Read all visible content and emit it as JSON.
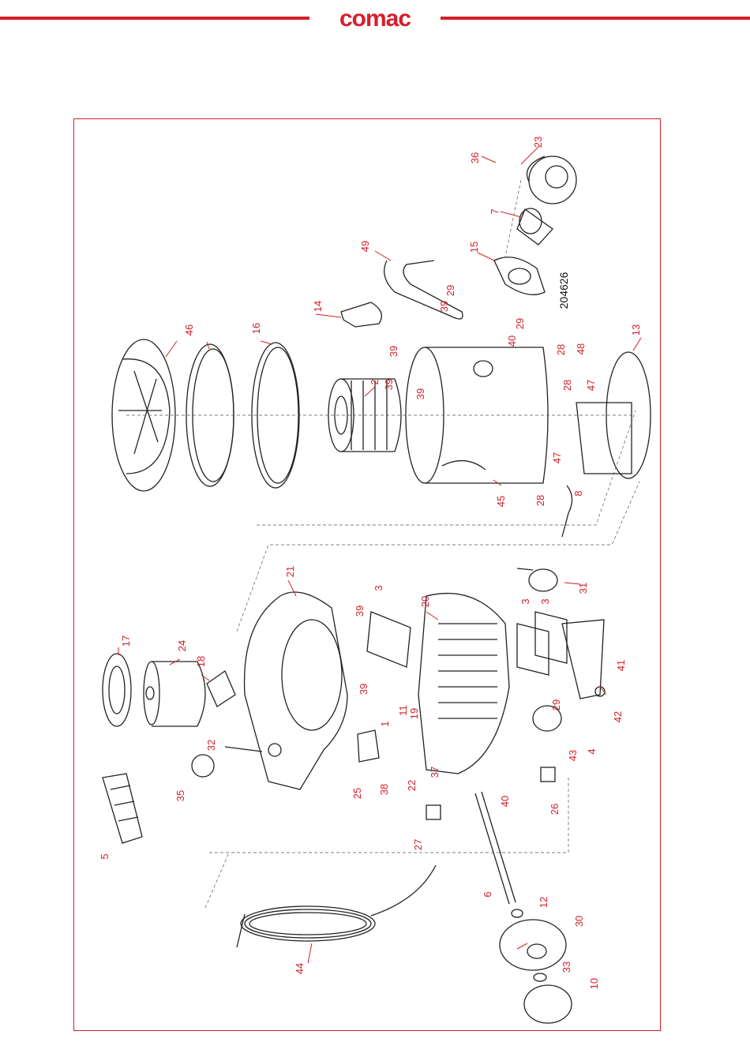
{
  "header": {
    "logo_text": "comac",
    "accent_color": "#d61f2b"
  },
  "drawing": {
    "doc_number": "204626",
    "callouts": [
      "36",
      "23",
      "7",
      "15",
      "49",
      "29",
      "39",
      "14",
      "29",
      "40",
      "46",
      "16",
      "2",
      "39",
      "39",
      "39",
      "28",
      "48",
      "13",
      "28",
      "47",
      "47",
      "28",
      "8",
      "45",
      "21",
      "3",
      "20",
      "3",
      "3",
      "31",
      "17",
      "24",
      "18",
      "39",
      "39",
      "11",
      "19",
      "1",
      "32",
      "25",
      "38",
      "22",
      "37",
      "40",
      "29",
      "4",
      "43",
      "42",
      "41",
      "26",
      "27",
      "35",
      "5",
      "6",
      "12",
      "30",
      "33",
      "10",
      "44"
    ]
  }
}
